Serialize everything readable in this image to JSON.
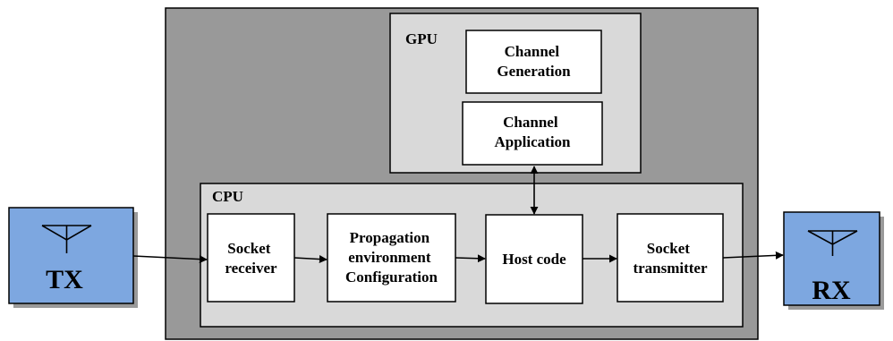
{
  "colors": {
    "outer_fill": "#999999",
    "group_fill": "#d9d9d9",
    "box_fill": "#ffffff",
    "antenna_fill": "#7da7e0",
    "shadow": "#9a9a9a",
    "stroke": "#000000"
  },
  "gpu": {
    "title": "GPU",
    "channel_generation": [
      "Channel",
      "Generation"
    ],
    "channel_application": [
      "Channel",
      "Application"
    ]
  },
  "cpu": {
    "title": "CPU",
    "socket_receiver": [
      "Socket",
      "receiver"
    ],
    "propagation": [
      "Propagation",
      "environment",
      "Configuration"
    ],
    "host_code": [
      "Host code"
    ],
    "socket_transmitter": [
      "Socket",
      "transmitter"
    ]
  },
  "tx": {
    "label": "TX",
    "icon": "antenna-icon"
  },
  "rx": {
    "label": "RX",
    "icon": "antenna-icon"
  }
}
